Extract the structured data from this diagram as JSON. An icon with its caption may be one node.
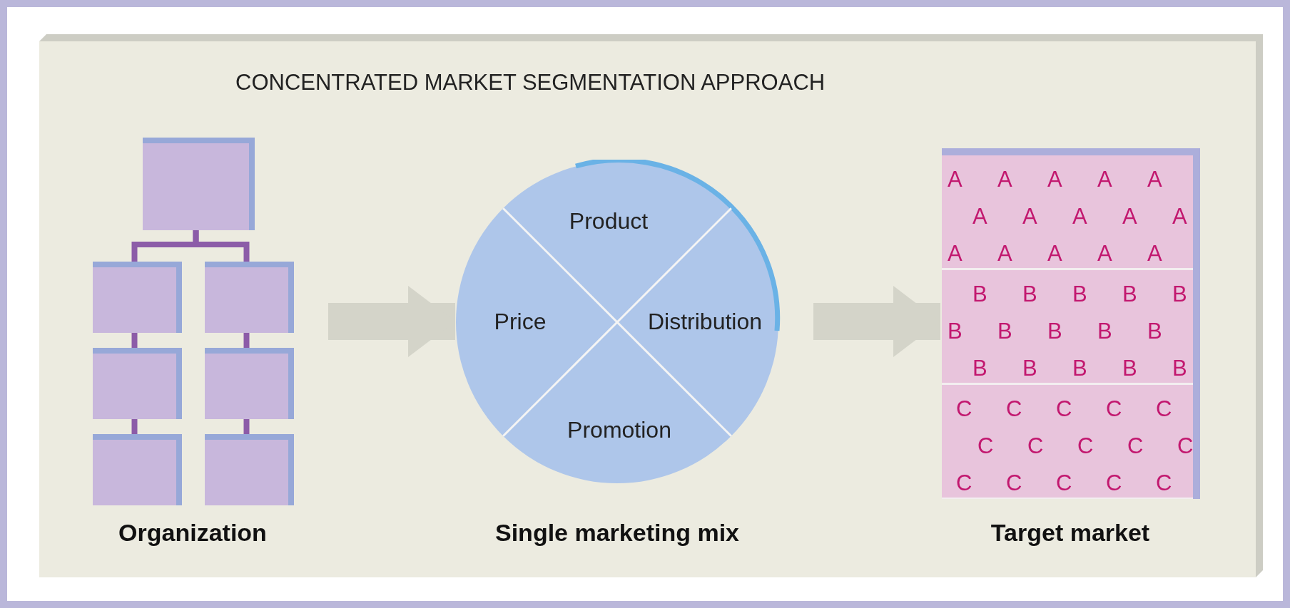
{
  "diagram": {
    "title": "CONCENTRATED MARKET SEGMENTATION APPROACH",
    "nodes": [
      {
        "text": [
          "Organization"
        ]
      },
      {
        "text": [],
        "shape": "box",
        "in": 0
      },
      {
        "text": [],
        "shape": "box",
        "in": 0
      },
      {
        "text": [],
        "shape": "box",
        "in": 0
      },
      {
        "text": [],
        "shape": "box",
        "in": 0
      },
      {
        "text": [],
        "shape": "box",
        "in": 0
      },
      {
        "text": [],
        "shape": "box",
        "in": 0
      },
      {
        "text": [],
        "shape": "box",
        "in": 0
      },
      {
        "text": [
          "Single marketing mix"
        ]
      },
      {
        "text": [
          "Product"
        ],
        "in": 8
      },
      {
        "text": [
          "Price"
        ],
        "in": 8
      },
      {
        "text": [
          "Distribution"
        ],
        "in": 8
      },
      {
        "text": [
          "Promotion"
        ],
        "in": 8
      },
      {
        "text": [
          "Target market"
        ]
      },
      {
        "text": [
          "A A A A A A A A A A A A A A A"
        ],
        "in": 13
      },
      {
        "text": [
          "B B B B B B B B B B B B B B B"
        ],
        "in": 13
      },
      {
        "text": [
          "C C C C C C C C C C C C C C C"
        ],
        "in": 13
      }
    ],
    "edges": [
      {
        "from": 1,
        "to": 2,
        "arrow": "none"
      },
      {
        "from": 1,
        "to": 3,
        "arrow": "none"
      },
      {
        "from": 2,
        "to": 4,
        "arrow": "none"
      },
      {
        "from": 4,
        "to": 6,
        "arrow": "none"
      },
      {
        "from": 3,
        "to": 5,
        "arrow": "none"
      },
      {
        "from": 5,
        "to": 7,
        "arrow": "none"
      },
      {
        "from": 0,
        "to": 8,
        "arrow": "to",
        "style": "thick",
        "color": "#d4d4c9"
      },
      {
        "from": 8,
        "to": 13,
        "arrow": "to",
        "style": "thick",
        "color": "#d4d4c9"
      }
    ]
  }
}
